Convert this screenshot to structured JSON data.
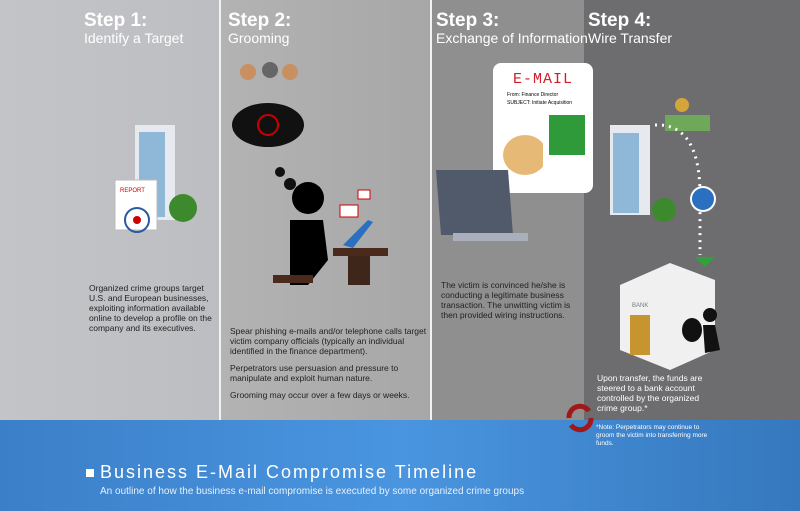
{
  "steps": [
    {
      "step": "Step 1:",
      "title": "Identify a Target",
      "text": [
        "Organized crime groups target U.S. and European businesses, exploiting information available online to develop a profile on the company and its executives."
      ],
      "report_label": "REPORT"
    },
    {
      "step": "Step 2:",
      "title": "Grooming",
      "text": [
        "Spear phishing e-mails and/or telephone calls target victim company officials (typically an individual identified in the finance department).",
        "Perpetrators use persuasion and pressure to manipulate and exploit human nature.",
        "Grooming may occur over a few days or weeks."
      ]
    },
    {
      "step": "Step 3:",
      "title": "Exchange of Information",
      "text": [
        "The victim is convinced he/she is conducting a legitimate business transaction. The unwitting victim is then provided wiring instructions."
      ],
      "email": {
        "heading": "E-MAIL",
        "from": "From: Finance Director",
        "subject": "SUBJECT: Initiate Acquisition"
      }
    },
    {
      "step": "Step 4:",
      "title": "Wire Transfer",
      "text": [
        "Upon transfer, the funds are steered to a bank account controlled by the organized crime group.*"
      ],
      "bank_label": "BANK"
    }
  ],
  "note": "*Note: Perpetrators may continue to groom the victim into transferring more funds.",
  "footer": {
    "title": "Business E-Mail Compromise Timeline",
    "subtitle": "An outline of how the business e-mail compromise is executed by some organized crime groups"
  },
  "colors": {
    "banner": "#4a95e0",
    "email_red": "#d0202a"
  }
}
